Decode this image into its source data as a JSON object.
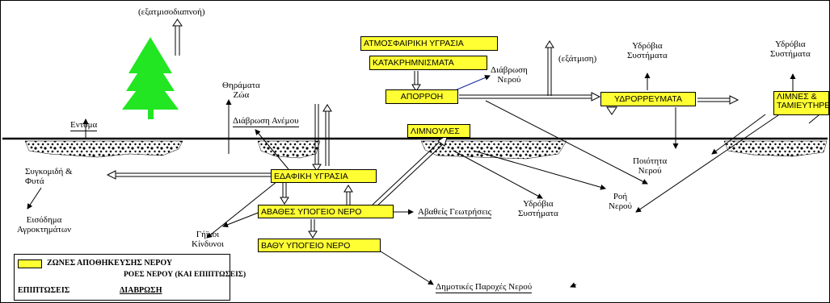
{
  "boxes": {
    "atmospheric": "ΑΤΜΟΣΦΑΙΡΙΚΗ ΥΓΡΑΣΙΑ",
    "precipitation": "ΚΑΤΑΚΡΗΜΝΙΣΜΑΤΑ",
    "runoff": "ΑΠΟΡΡΟΗ",
    "streams": "ΥΔΡΟΡΡΕΥΜΑΤΑ",
    "lakes_line1": "ΛΙΜΝΕΣ &",
    "lakes_line2": "ΤΑΜΙΕΥΤΗΡΕΣ",
    "ponds": "ΛΙΜΝΟΥΛΕΣ",
    "soil_moisture": "ΕΔΑΦΙΚΗ ΥΓΡΑΣΙΑ",
    "shallow_gw": "ΑΒΑΘΕΣ ΥΠΟΓΕΙΟ ΝΕΡΟ",
    "deep_gw": "ΒΑΘΥ ΥΠΟΓΕΙΟ ΝΕΡΟ"
  },
  "labels": {
    "evapotranspiration": "(εξατμισοδιαπνοή)",
    "evaporation": "(εξάτμιση)",
    "insects": "Εντομα",
    "game_line1": "Θηράματα",
    "game_line2": "Ζώα",
    "wind_erosion": "Διάβρωση Ανέμου",
    "water_erosion_line1": "Διάβρωση",
    "water_erosion_line2": "Νερού",
    "aquatic_a_line1": "Υδρόβια",
    "aquatic_a_line2": "Συστήματα",
    "aquatic_b_line1": "Υδρόβια",
    "aquatic_b_line2": "Συστήματα",
    "aquatic_c_line1": "Υδρόβια",
    "aquatic_c_line2": "Συστήματα",
    "harvest_line1": "Συγκομιδή &",
    "harvest_line2": "Φυτά",
    "income_line1": "Εισόδημα",
    "income_line2": "Αγροκτημάτων",
    "hazards_line1": "Γήϊνοι",
    "hazards_line2": "Κίνδυνοι",
    "shallow_wells": "Αβαθείς Γεωτρήσεις",
    "water_quality_line1": "Ποιότητα",
    "water_quality_line2": "Νερού",
    "water_flow_line1": "Ροή",
    "water_flow_line2": "Νερού",
    "municipal_supply": "Δημοτικές Παροχές Νερού"
  },
  "legend": {
    "storage_zones": "ΖΩΝΕΣ ΑΠΟΘΗΚΕΥΣΗΣ ΝΕΡΟΥ",
    "water_flows": "ΡΟΕΣ ΝΕΡΟΥ (ΚΑΙ ΕΠΙΠΤΩΣΕΙΣ)",
    "impacts": "ΕΠΙΠΤΩΣΕΙΣ",
    "erosion": "ΔΙΑΒΡΩΣΗ"
  },
  "colors": {
    "storage_box": "#ffff33",
    "tree": "#22e622",
    "runoff_link": "#1a2a9a"
  }
}
